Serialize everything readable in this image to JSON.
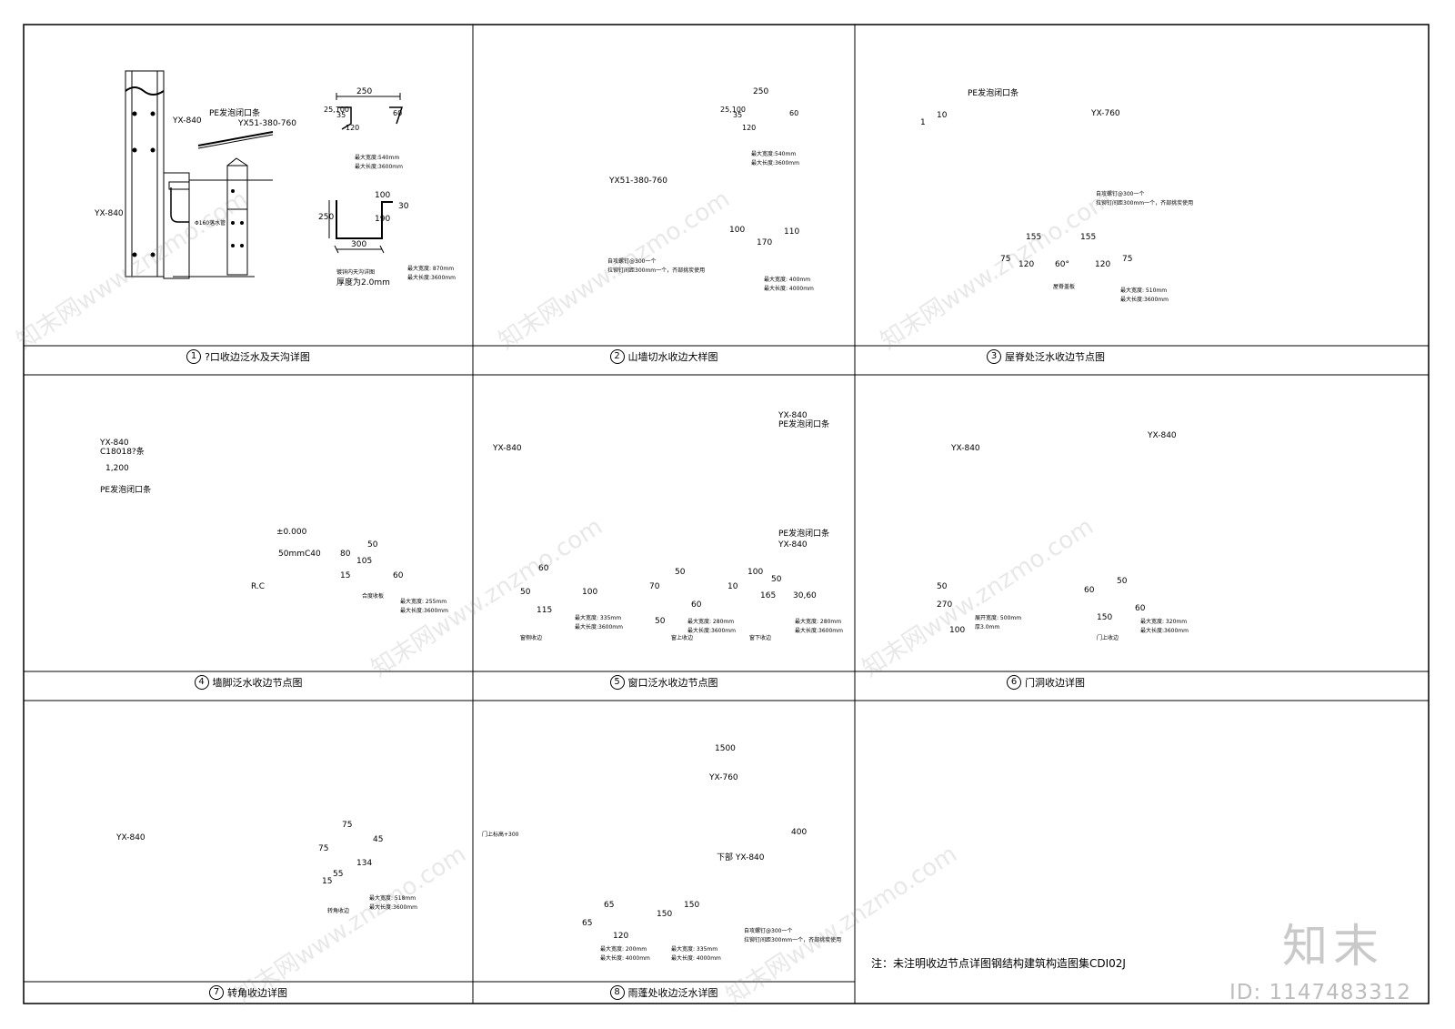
{
  "captions": [
    {
      "num": "1",
      "text": "?口收边泛水及天沟详图"
    },
    {
      "num": "2",
      "text": "山墙切水收边大样图"
    },
    {
      "num": "3",
      "text": "屋脊处泛水收边节点图"
    },
    {
      "num": "4",
      "text": "墙脚泛水收边节点图"
    },
    {
      "num": "5",
      "text": "窗口泛水收边节点图"
    },
    {
      "num": "6",
      "text": "门洞收边详图"
    },
    {
      "num": "7",
      "text": "转角收边详图"
    },
    {
      "num": "8",
      "text": "雨蓬处收边泛水详图"
    }
  ],
  "note": "注：未注明收边节点详图钢结构建筑构造图集CDI02J",
  "watermark": {
    "logo": "知末",
    "id": "ID: 1147483312",
    "site": "知末网www.znzmo.com"
  },
  "p1": {
    "pe": "PE发泡闭口条",
    "yx840": "YX-840",
    "yx840b": "YX-840",
    "yx51": "YX51-380-760",
    "d250": "250",
    "d100": "25,100",
    "d35": "35",
    "d120": "120",
    "d60": "60",
    "w540": "最大宽度:540mm",
    "l3600": "最大长度:3600mm",
    "g250": "250",
    "g300": "300",
    "g190": "190",
    "g100": "100",
    "g30": "30",
    "w870": "最大宽度: 870mm",
    "l3600b": "最大长度:3600mm",
    "gutter": "镀锌内天沟详图",
    "thick": "厚度为2.0mm",
    "pipe": "Φ160落水管"
  },
  "p2": {
    "yx51": "YX51-380-760",
    "d250": "250",
    "d100": "25,100",
    "d35": "35",
    "d120": "120",
    "d60": "60",
    "w540": "最大宽度:540mm",
    "l3600": "最大长度:3600mm",
    "d170": "170",
    "d100b": "100",
    "d110": "110",
    "w400": "最大宽度: 400mm",
    "l4000": "最大长度: 4000mm",
    "note1": "自攻螺钉@300一个",
    "note2": "拉铆钉间距300mm一个，齐部挑炭使用"
  },
  "p3": {
    "pe": "PE发泡闭口条",
    "yx760": "YX-760",
    "slope": "10",
    "slope1": "1",
    "d155a": "155",
    "d155b": "155",
    "d120a": "120",
    "d120b": "120",
    "d75a": "75",
    "d75b": "75",
    "ang": "60°",
    "ridge": "屋脊盖板",
    "w510": "最大宽度: 510mm",
    "l3600": "最大长度:3600mm",
    "note1": "自攻螺钉@300一个",
    "note2": "拉铆钉间距300mm一个，齐部挑炭使用"
  },
  "p4": {
    "yx840": "YX-840",
    "c180": "C18018?条",
    "d1200": "1,200",
    "pe": "PE发泡闭口条",
    "elev": "±0.000",
    "conc": "50mmC40",
    "rc": "R.C",
    "d50": "50",
    "d80": "80",
    "d105": "105",
    "d15": "15",
    "d60": "60",
    "plate": "合度收板",
    "w255": "最大宽度: 255mm",
    "l3600": "最大长度:3600mm"
  },
  "p5": {
    "yx840": "YX-840",
    "yx840b": "YX-840",
    "yx840c": "YX-840",
    "pe": "PE发泡闭口条",
    "pe2": "PE发泡闭口条",
    "d60": "60",
    "d50": "50",
    "d100": "100",
    "d115": "115",
    "w335": "最大宽度: 335mm",
    "l3600": "最大长度:3600mm",
    "side": "窗侧收边",
    "d50b": "50",
    "d70": "70",
    "d50c": "50",
    "d60b": "60",
    "w280": "最大宽度: 280mm",
    "l3600b": "最大长度:3600mm",
    "top": "窗上收边",
    "d100b": "100",
    "d10": "10",
    "d50d": "50",
    "d165": "165",
    "d30": "30,60",
    "w280b": "最大宽度: 280mm",
    "l3600c": "最大长度:3600mm",
    "bot": "窗下收边"
  },
  "p6": {
    "yx840": "YX-840",
    "yx840b": "YX-840",
    "d270": "270",
    "d50": "50",
    "d100": "100",
    "w500": "展开宽度: 500mm",
    "t30": "厚3.0mm",
    "d60": "60",
    "d50b": "50",
    "d150": "150",
    "d60b": "60",
    "w320": "最大宽度: 320mm",
    "l3600": "最大长度:3600mm",
    "doortop": "门上收边"
  },
  "p7": {
    "yx840": "YX-840",
    "d75": "75",
    "d75b": "75",
    "d134": "134",
    "d15": "15",
    "d55": "55",
    "d45": "45",
    "w518": "最大宽度: 518mm",
    "l3600": "最大长度:3600mm",
    "corner": "转角收边"
  },
  "p8": {
    "d1500": "1500",
    "yx760": "YX-760",
    "yx840": "下部 YX-840",
    "d400": "400",
    "d300": "门上标高+300",
    "d65": "65",
    "d65b": "65",
    "d120": "120",
    "w200": "最大宽度: 200mm",
    "l4000": "最大长度: 4000mm",
    "d150": "150",
    "d150b": "150",
    "w335": "最大宽度: 335mm",
    "l4000b": "最大长度: 4000mm",
    "note1": "自攻螺钉@300一个",
    "note2": "拉铆钉间距300mm一个，齐部挑炭使用"
  }
}
